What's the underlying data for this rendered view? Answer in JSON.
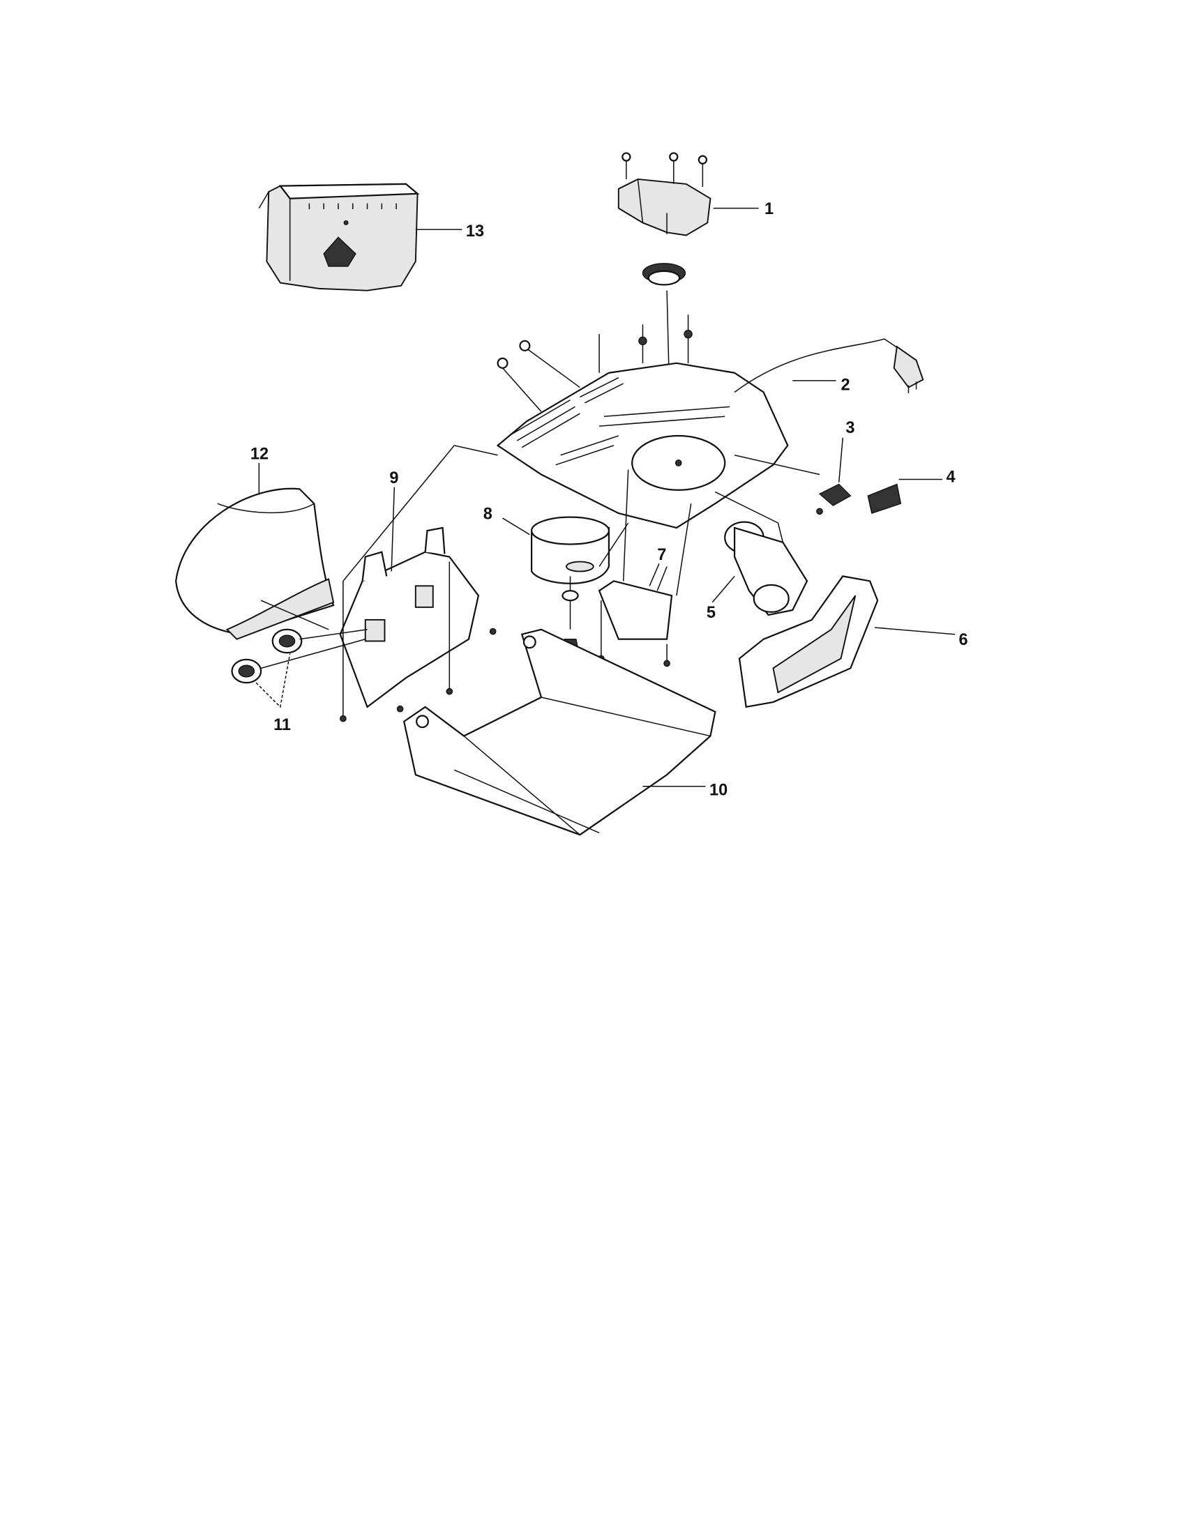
{
  "diagram": {
    "type": "exploded-parts-diagram",
    "callouts": [
      {
        "id": "1",
        "label": "1"
      },
      {
        "id": "2",
        "label": "2"
      },
      {
        "id": "3",
        "label": "3"
      },
      {
        "id": "4",
        "label": "4"
      },
      {
        "id": "5",
        "label": "5"
      },
      {
        "id": "6",
        "label": "6"
      },
      {
        "id": "7",
        "label": "7"
      },
      {
        "id": "8",
        "label": "8"
      },
      {
        "id": "9",
        "label": "9"
      },
      {
        "id": "10",
        "label": "10"
      },
      {
        "id": "11",
        "label": "11"
      },
      {
        "id": "12",
        "label": "12"
      },
      {
        "id": "13",
        "label": "13"
      }
    ]
  }
}
